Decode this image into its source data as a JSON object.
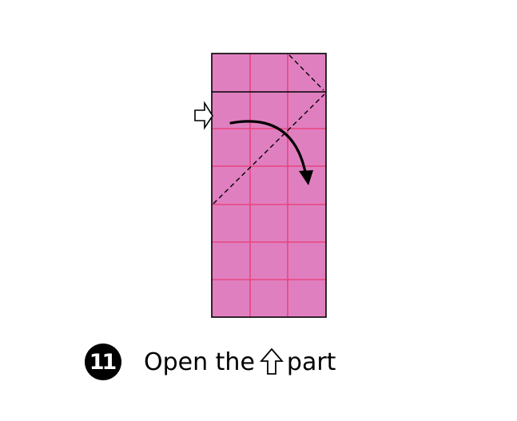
{
  "step": {
    "number": "11",
    "text_before": "Open the",
    "text_after": "part",
    "inline_icon": "up-arrow-outline-icon"
  },
  "diagram": {
    "paper_color": "#e07fc0",
    "grid_color": "#e8457f",
    "outline_color": "#000000",
    "columns": 3,
    "rows": 7,
    "icons": [
      "right-arrow-outline-icon",
      "curved-arrow-icon"
    ],
    "fold_lines": [
      "dashed-diagonal",
      "dashed-corner-diagonal",
      "solid-top-fold"
    ]
  }
}
